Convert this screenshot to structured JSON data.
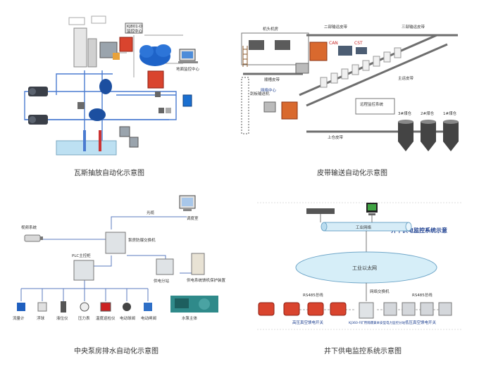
{
  "panels": {
    "gas": {
      "caption": "瓦斯抽放自动化示意图",
      "labels": {
        "center_a": "KJ801-D",
        "center_b": "监控中心",
        "pc": "地面监控中心"
      }
    },
    "belt": {
      "caption": "皮带输送自动化示意图",
      "labels": {
        "head_room": "机头机房",
        "belt2": "二部输运皮带",
        "belt3": "三部输运皮带",
        "main_belt": "主运皮带",
        "upper_belt": "上仓皮带",
        "scraper": "刮板输送机",
        "chute": "顺槽皮带",
        "center": "网络中心",
        "can": "CAN",
        "cst": "CST",
        "bin3": "3#煤仓",
        "bin2": "2#煤仓",
        "bin1": "1#煤仓",
        "sensor_box": "远程监控系统"
      }
    },
    "pump": {
      "caption": "中央泵房排水自动化示意图",
      "labels": {
        "fiber": "光缆",
        "video": "视频系统",
        "dispatch": "调度室",
        "switch": "泵房防爆交换机",
        "plc": "PLC主控柜",
        "power_sub": "供电分站",
        "power_cab": "供电系统馈机保护装置",
        "pump_main": "水泵主体"
      },
      "devices": [
        "流量计",
        "浮球",
        "液位仪",
        "压力表",
        "温度巡检仪",
        "电动球阀",
        "电动闸阀"
      ]
    },
    "power": {
      "caption": "井下供电监控系统示意图",
      "labels": {
        "title": "井下供电监控系统示意",
        "ring": "工业网络",
        "ethernet": "工业以太网",
        "net_sw": "网络交换机",
        "left_bus": "RS485总线",
        "right_bus": "RS485总线",
        "left_dev": "高压真空馈电开关",
        "center_dev": "KJ360-F矿用隔爆兼本安型电力监控分站",
        "right_dev": "低压真空馈电开关"
      }
    }
  }
}
